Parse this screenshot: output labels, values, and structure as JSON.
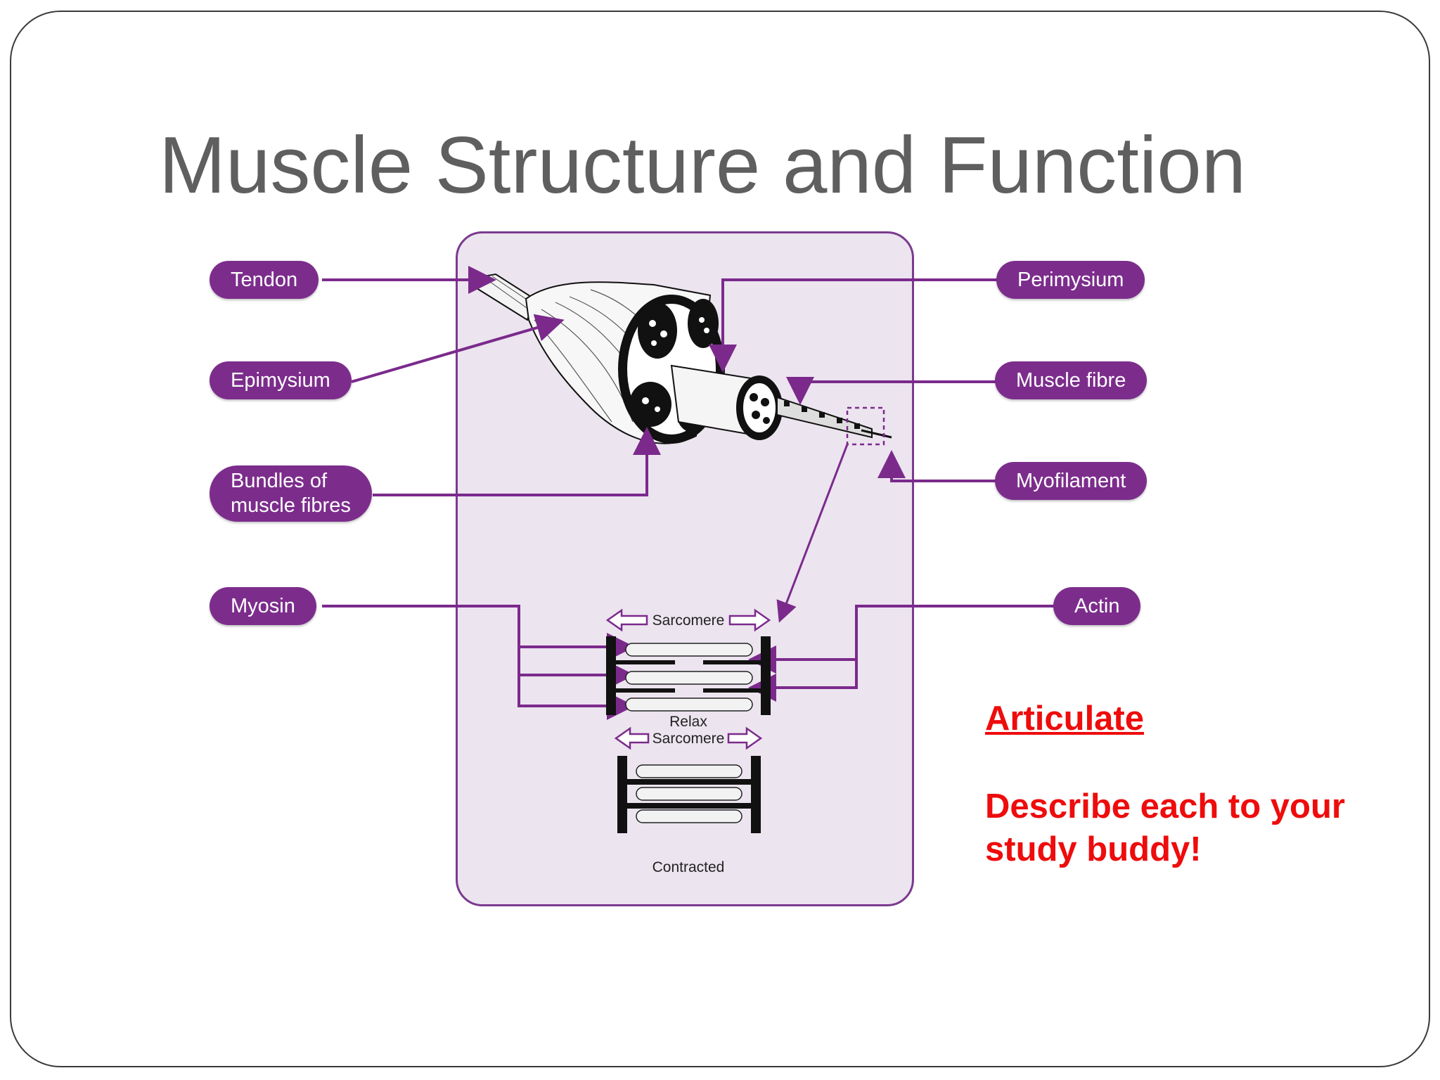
{
  "slide": {
    "title": "Muscle Structure and Function"
  },
  "labels": {
    "tendon": "Tendon",
    "epimysium": "Epimysium",
    "bundles_line1": "Bundles of",
    "bundles_line2": "muscle fibres",
    "myosin": "Myosin",
    "perimysium": "Perimysium",
    "muscle_fibre": "Muscle fibre",
    "myofilament": "Myofilament",
    "actin": "Actin"
  },
  "sarcomere": {
    "top_label": "Sarcomere",
    "relax_label": "Relax",
    "bottom_label": "Sarcomere",
    "contracted_label": "Contracted"
  },
  "note": {
    "heading": "Articulate",
    "body": "Describe each to your study buddy!"
  },
  "colors": {
    "pill_bg": "#7c2d8c",
    "panel_bg": "#ece4ef",
    "arrow": "#7b2a8c",
    "note_red": "#ee0c0c",
    "title_gray": "#5f5f5f"
  }
}
